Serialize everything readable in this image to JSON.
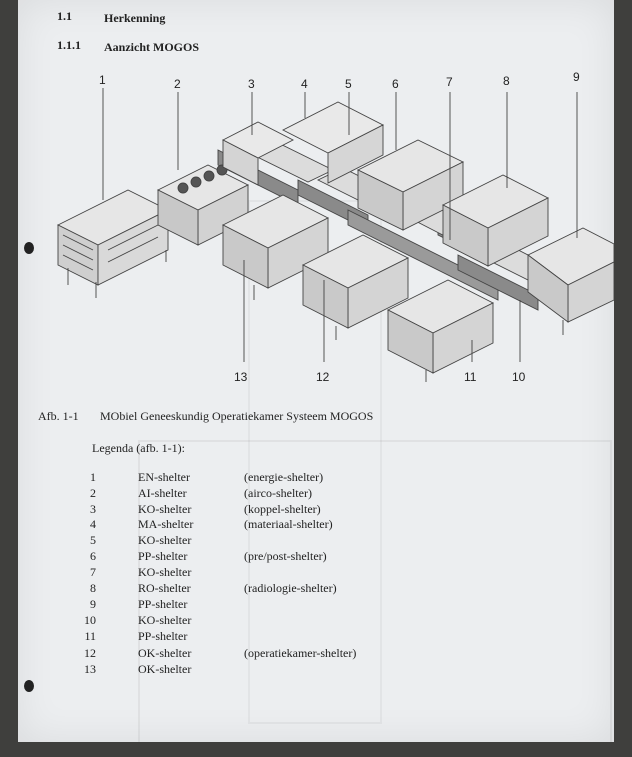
{
  "header": {
    "section_number": "1.1",
    "section_title": "Herkenning",
    "subsection_number": "1.1.1",
    "subsection_title": "Aanzicht MOGOS"
  },
  "figure": {
    "callouts_top": [
      "1",
      "2",
      "3",
      "4",
      "5",
      "6",
      "7",
      "8",
      "9"
    ],
    "callouts_bottom": [
      "13",
      "12",
      "11",
      "10"
    ],
    "caption_label": "Afb. 1-1",
    "caption_text": "MObiel Geneeskundig Operatiekamer Systeem MOGOS"
  },
  "legend": {
    "title": "Legenda (afb. 1-1):",
    "items": [
      {
        "num": "1",
        "name": "EN-shelter",
        "desc": "(energie-shelter)"
      },
      {
        "num": "2",
        "name": "AI-shelter",
        "desc": "(airco-shelter)"
      },
      {
        "num": "3",
        "name": "KO-shelter",
        "desc": "(koppel-shelter)"
      },
      {
        "num": "4",
        "name": "MA-shelter",
        "desc": "(materiaal-shelter)"
      },
      {
        "num": "5",
        "name": "KO-shelter",
        "desc": ""
      },
      {
        "num": "6",
        "name": "PP-shelter",
        "desc": "(pre/post-shelter)"
      },
      {
        "num": "7",
        "name": "KO-shelter",
        "desc": ""
      },
      {
        "num": "8",
        "name": "RO-shelter",
        "desc": "(radiologie-shelter)"
      },
      {
        "num": "9",
        "name": "PP-shelter",
        "desc": ""
      },
      {
        "num": "10",
        "name": "KO-shelter",
        "desc": ""
      },
      {
        "num": "11",
        "name": "PP-shelter",
        "desc": ""
      },
      {
        "num": "12",
        "name": "OK-shelter",
        "desc": "(operatiekamer-shelter)"
      },
      {
        "num": "13",
        "name": "OK-shelter",
        "desc": ""
      }
    ]
  }
}
